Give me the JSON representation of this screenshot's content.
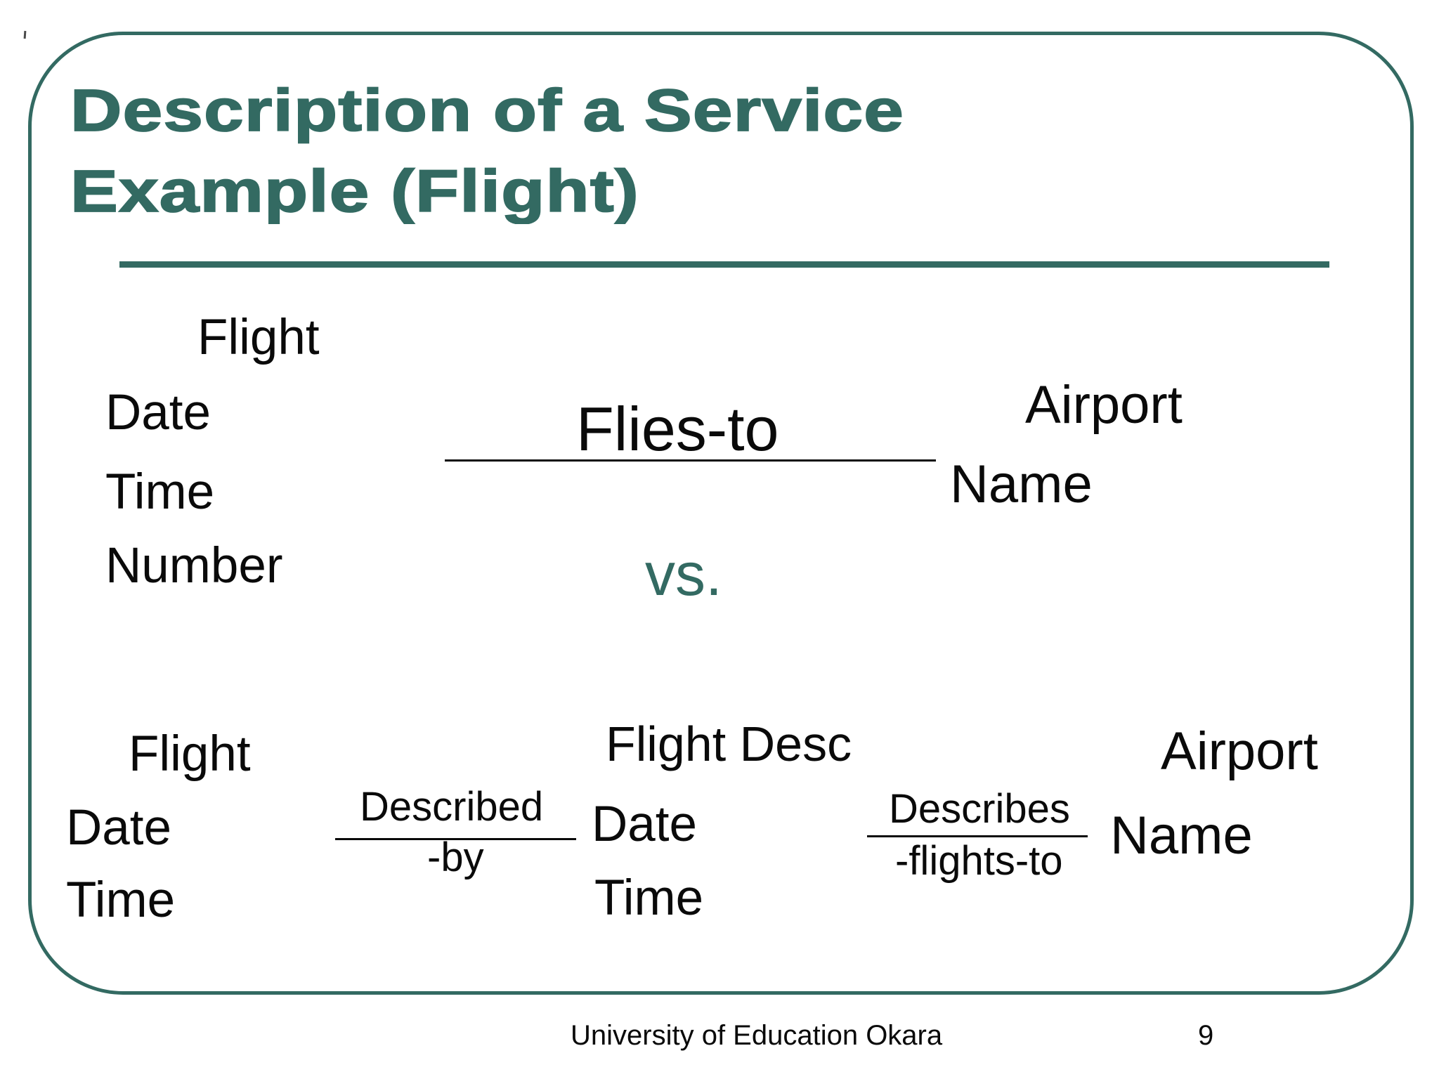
{
  "slide": {
    "title": {
      "line1": "Description of a Service",
      "line2": "Example (Flight)"
    },
    "colors": {
      "accent_teal": "#336A62",
      "text_black": "#0a0a0a",
      "background": "#ffffff"
    },
    "top_diagram": {
      "flight_entity": {
        "name": "Flight",
        "attributes": [
          "Date",
          "Time",
          "Number"
        ]
      },
      "relationship_label": "Flies-to",
      "airport_entity": {
        "name": "Airport",
        "attributes": [
          "Name"
        ]
      }
    },
    "versus_label": "vs.",
    "bottom_diagram": {
      "flight_entity": {
        "name": "Flight",
        "attributes": [
          "Date",
          "Time"
        ]
      },
      "described_by_relationship": {
        "line1": "Described",
        "line2": "-by"
      },
      "flight_desc_entity": {
        "name": "Flight Desc",
        "attributes": [
          "Date",
          "Time"
        ]
      },
      "describes_flights_to_relationship": {
        "line1": "Describes",
        "line2": "-flights-to"
      },
      "airport_entity": {
        "name": "Airport",
        "attributes": [
          "Name"
        ]
      }
    },
    "footer": {
      "institution": "University of Education Okara",
      "page_number": "9"
    }
  }
}
